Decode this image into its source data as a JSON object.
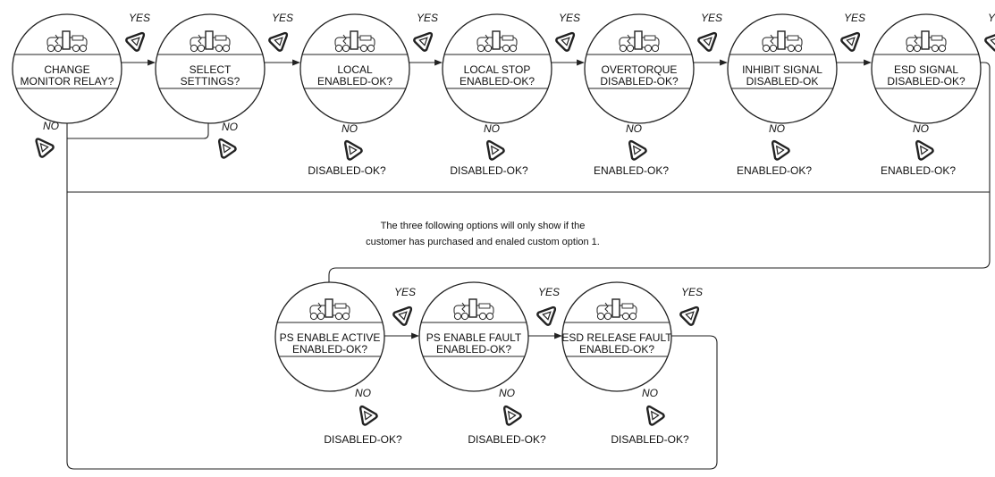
{
  "diagram": {
    "stroke_color": "#222222",
    "note": [
      "The three following options will only show if the",
      "customer has purchased and enaled custom option 1."
    ],
    "yes_label": "YES",
    "no_label": "NO",
    "nodes_row1": [
      {
        "id": "change-monitor-relay",
        "line1": "CHANGE",
        "line2": "MONITOR RELAY?",
        "no_result": ""
      },
      {
        "id": "select-settings",
        "line1": "SELECT",
        "line2": "SETTINGS?",
        "no_result": ""
      },
      {
        "id": "local",
        "line1": "LOCAL",
        "line2": "ENABLED-OK?",
        "no_result": "DISABLED-OK?"
      },
      {
        "id": "local-stop",
        "line1": "LOCAL STOP",
        "line2": "ENABLED-OK?",
        "no_result": "DISABLED-OK?"
      },
      {
        "id": "overtorque",
        "line1": "OVERTORQUE",
        "line2": "DISABLED-OK?",
        "no_result": "ENABLED-OK?"
      },
      {
        "id": "inhibit-signal",
        "line1": "INHIBIT SIGNAL",
        "line2": "DISABLED-OK",
        "no_result": "ENABLED-OK?"
      },
      {
        "id": "esd-signal",
        "line1": "ESD SIGNAL",
        "line2": "DISABLED-OK?",
        "no_result": "ENABLED-OK?"
      }
    ],
    "nodes_row2": [
      {
        "id": "ps-enable-active",
        "line1": "PS ENABLE ACTIVE",
        "line2": "ENABLED-OK?",
        "no_result": "DISABLED-OK?"
      },
      {
        "id": "ps-enable-fault",
        "line1": "PS ENABLE FAULT",
        "line2": "ENABLED-OK?",
        "no_result": "DISABLED-OK?"
      },
      {
        "id": "esd-release-fault",
        "line1": "ESD RELEASE FAULT",
        "line2": "ENABLED-OK?",
        "no_result": "DISABLED-OK?"
      }
    ]
  }
}
